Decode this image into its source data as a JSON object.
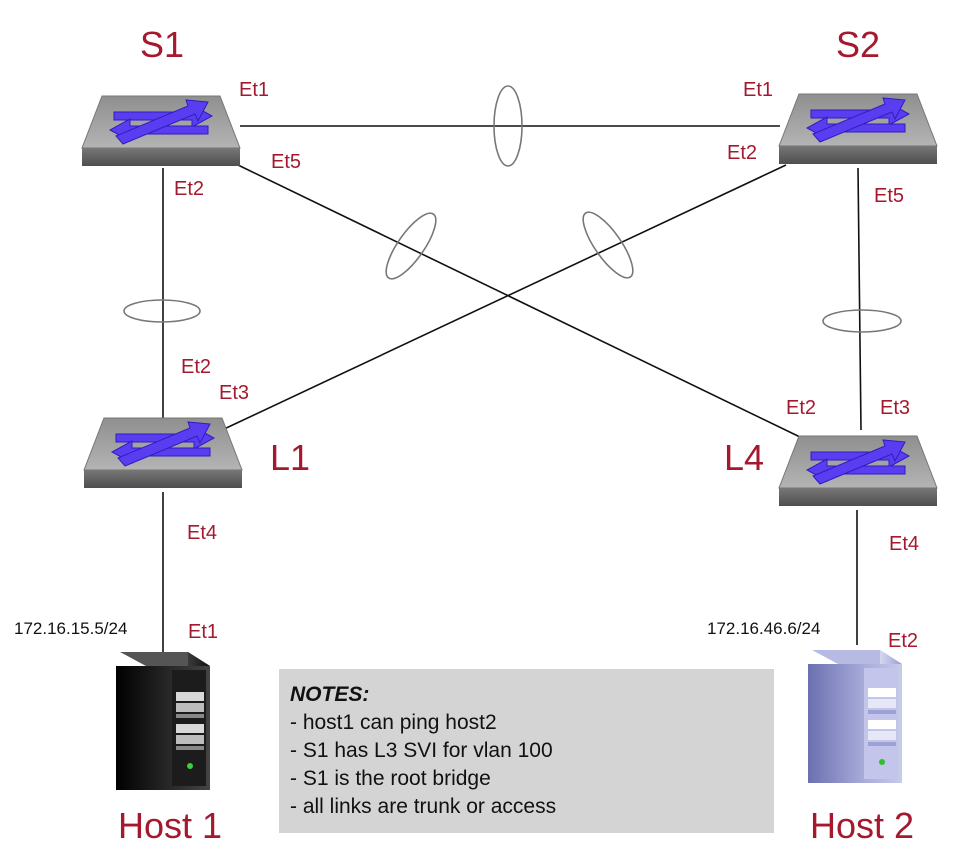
{
  "devices": {
    "s1": {
      "label": "S1",
      "type": "switch"
    },
    "s2": {
      "label": "S2",
      "type": "switch"
    },
    "l1": {
      "label": "L1",
      "type": "switch"
    },
    "l4": {
      "label": "L4",
      "type": "switch"
    },
    "host1": {
      "label": "Host 1",
      "type": "server",
      "ip": "172.16.15.5/24"
    },
    "host2": {
      "label": "Host 2",
      "type": "server",
      "ip": "172.16.46.6/24"
    }
  },
  "ports": {
    "s1_et1": "Et1",
    "s1_et5": "Et5",
    "s1_et2": "Et2",
    "s2_et1": "Et1",
    "s2_et2": "Et2",
    "s2_et5": "Et5",
    "l1_et2": "Et2",
    "l1_et3": "Et3",
    "l1_et4": "Et4",
    "l4_et2": "Et2",
    "l4_et3": "Et3",
    "l4_et4": "Et4",
    "host1_et1": "Et1",
    "host2_et2": "Et2"
  },
  "notes": {
    "title": "NOTES:",
    "items": [
      "- host1 can ping host2",
      "- S1 has L3 SVI for vlan 100",
      "- S1 is the root bridge",
      "- all links are trunk or access"
    ]
  },
  "colors": {
    "label": "#a5192e",
    "switch_body": "#9a9a9a",
    "switch_arrows": "#5a3df0",
    "notes_bg": "#d4d4d4",
    "host1_tower": "#1a1a1a",
    "host2_tower": "#8f93c8",
    "link": "#111111"
  },
  "icons": {
    "switch": "network-switch-icon",
    "server": "server-tower-icon",
    "trunk": "trunk-ellipse-icon"
  }
}
